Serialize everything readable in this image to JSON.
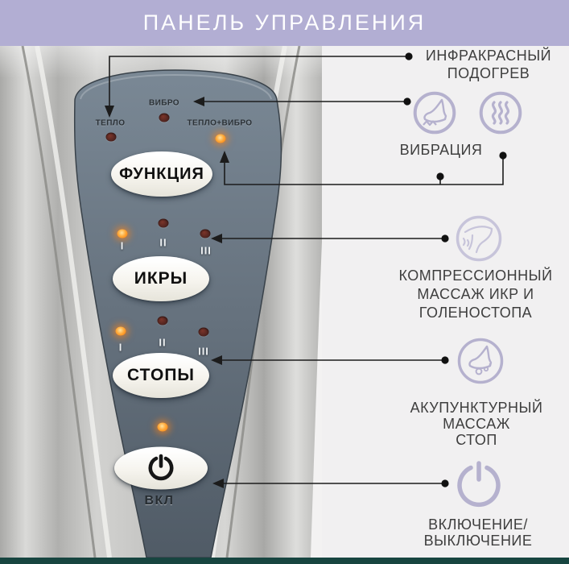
{
  "header": {
    "title": "ПАНЕЛЬ УПРАВЛЕНИЯ"
  },
  "device_panel": {
    "mode_indicators": [
      {
        "label": "ТЕПЛО",
        "state": "off"
      },
      {
        "label": "ВИБРО",
        "state": "off"
      },
      {
        "label": "ТЕПЛО+ВИБРО",
        "state": "on"
      }
    ],
    "function_button": "ФУНКЦИЯ",
    "calves_button": "ИКРЫ",
    "feet_button": "СТОПЫ",
    "power_label": "ВКЛ",
    "levels": [
      "I",
      "II",
      "III"
    ],
    "calves_leds": [
      "on",
      "off",
      "off"
    ],
    "feet_leds": [
      "on",
      "off",
      "off"
    ],
    "power_led": "on"
  },
  "annotations": {
    "infrared": {
      "lines": [
        "ИНФРАКРАСНЫЙ",
        "ПОДОГРЕВ"
      ],
      "icon": "heat-waves-icon"
    },
    "vibration": {
      "label": "ВИБРАЦИЯ",
      "icon": "foot-vibration-icon"
    },
    "compression": {
      "lines": [
        "КОМПРЕССИОННЫЙ",
        "МАССАЖ ИКР И",
        "ГОЛЕНОСТОПА"
      ],
      "icon": "compression-massage-icon"
    },
    "acupuncture": {
      "lines": [
        "АКУПУНКТУРНЫЙ",
        "МАССАЖ",
        "СТОП"
      ],
      "icon": "acupuncture-foot-icon"
    },
    "power": {
      "lines": [
        "ВКЛЮЧЕНИЕ/",
        "ВЫКЛЮЧЕНИЕ"
      ],
      "icon": "power-icon"
    }
  },
  "colors": {
    "header_bg": "#b2aed3",
    "background": "#f1f0f1",
    "accent_icon": "#b5b1ce",
    "panel_top": "#798794",
    "panel_bottom": "#525d68",
    "led_on": "#ff8a1f",
    "led_off": "#4a211d",
    "connector": "#1c1c1c",
    "footer_bar": "#174540"
  }
}
